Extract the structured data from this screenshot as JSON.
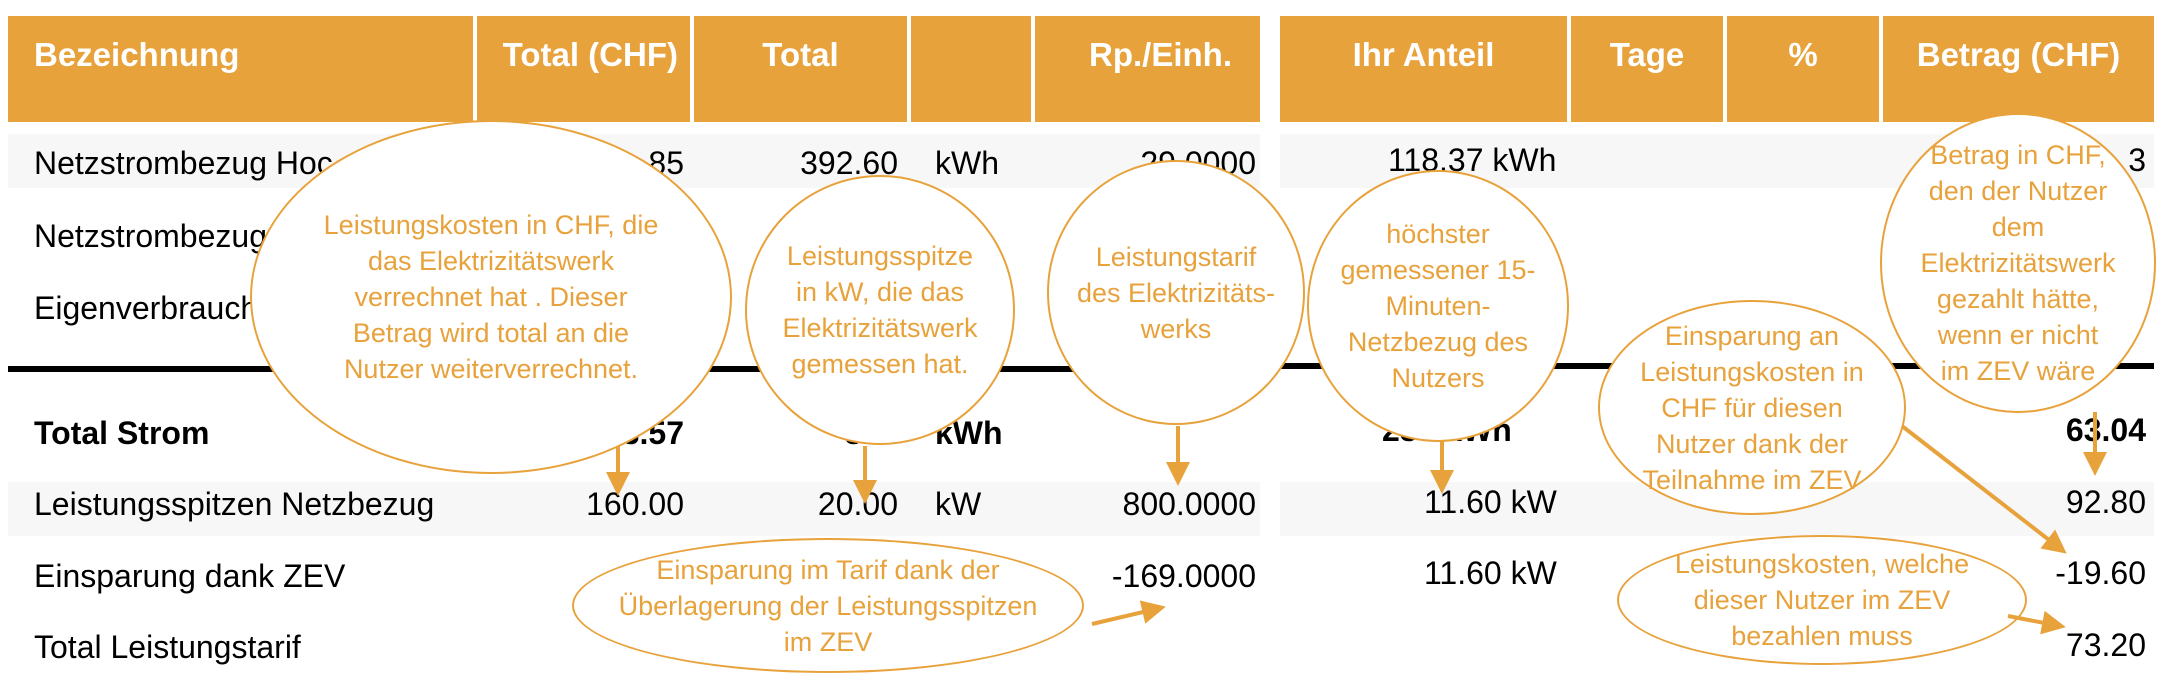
{
  "left_table": {
    "headers": [
      "Bezeichnung",
      "Total (CHF)",
      "Total",
      "",
      "Rp./Einh."
    ],
    "rows": [
      {
        "label": "Netzstrombezug Hoc",
        "chf": "85",
        "total": "392.60",
        "unit": "kWh",
        "rate": "29.0000"
      },
      {
        "label": "Netzstrombezug",
        "chf": "",
        "total": "",
        "unit": "",
        "rate": ""
      },
      {
        "label": "Eigenverbrauch",
        "chf": "",
        "total": "",
        "unit": "",
        "rate": ""
      },
      {
        "label": "Total Strom",
        "chf": "3.57",
        "total": "876",
        "unit": "kWh",
        "rate": ""
      },
      {
        "label": "Leistungsspitzen Netzbezug",
        "chf": "160.00",
        "total": "20.00",
        "unit": "kW",
        "rate": "800.0000"
      },
      {
        "label": "Einsparung dank ZEV",
        "chf": "",
        "total": "",
        "unit": "",
        "rate": "-169.0000"
      },
      {
        "label": "Total Leistungstarif",
        "chf": "",
        "total": "",
        "unit": "",
        "rate": ""
      }
    ]
  },
  "right_table": {
    "headers": [
      "Ihr Anteil",
      "Tage",
      "%",
      "Betrag (CHF)"
    ],
    "rows": [
      {
        "share": "118.37 kWh",
        "amount": "3"
      },
      {
        "share": "",
        "amount": ""
      },
      {
        "share": "",
        "amount": ""
      },
      {
        "share": "236 kWh",
        "amount": "63.04"
      },
      {
        "share": "11.60 kW",
        "amount": "92.80"
      },
      {
        "share": "11.60 kW",
        "amount": "-19.60"
      },
      {
        "share": "",
        "amount": "73.20"
      }
    ]
  },
  "annotations": {
    "leistungskosten": "Leistungskosten in CHF, die\ndas Elektrizitätswerk\nverrechnet hat . Dieser\nBetrag wird total an die\nNutzer weiterverrechnet.",
    "leistungsspitze": "Leistungsspitze\nin kW, die das\nElektrizitätswerk\ngemessen hat.",
    "leistungstarif": "Leistungstarif\ndes Elektrizitäts-\nwerks",
    "netzbezug": "höchster\ngemessener 15-\nMinuten-\nNetzbezug des\nNutzers",
    "einsparung_leistung": "Einsparung an\nLeistungskosten in\nCHF für diesen\nNutzer dank der\nTeilnahme im ZEV",
    "betrag_ohne_zev": "Betrag in CHF,\nden der Nutzer\ndem\nElektrizitätswerk\ngezahlt hätte,\nwenn er nicht\nim ZEV wäre",
    "einsparung_tarif": "Einsparung im Tarif dank der\nÜberlagerung der Leistungsspitzen\nim ZEV",
    "leistungskosten_nutzer": "Leistungskosten, welche\ndieser Nutzer im ZEV\nbezahlen muss"
  },
  "colors": {
    "accent": "#e8a23c",
    "header_text": "#ffffff",
    "rule": "#000000"
  }
}
